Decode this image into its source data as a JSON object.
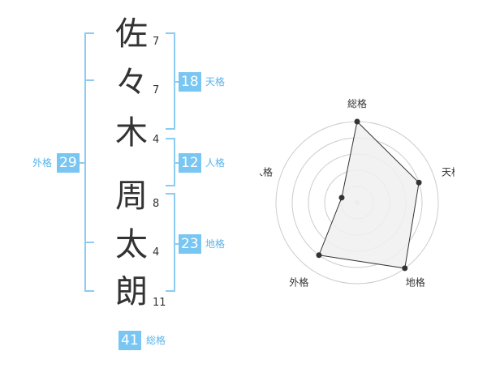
{
  "name": {
    "characters": [
      {
        "char": "佐",
        "strokes": "7"
      },
      {
        "char": "々",
        "strokes": "7"
      },
      {
        "char": "木",
        "strokes": "4"
      },
      {
        "char": "周",
        "strokes": "8"
      },
      {
        "char": "太",
        "strokes": "4"
      },
      {
        "char": "朗",
        "strokes": "11"
      }
    ]
  },
  "fortunes": {
    "tenkaku": {
      "value": "18",
      "label": "天格"
    },
    "jinkaku": {
      "value": "12",
      "label": "人格"
    },
    "chikaku": {
      "value": "23",
      "label": "地格"
    },
    "gaikaku": {
      "value": "29",
      "label": "外格"
    },
    "soukaku": {
      "value": "41",
      "label": "総格"
    }
  },
  "colors": {
    "bracket": "#8ccbf2",
    "badge": "#7ac6f2",
    "badge_label": "#5ab4ea",
    "text": "#333333",
    "radar_fill": "#f0f0f0",
    "radar_grid": "#cccccc"
  },
  "chart_data": {
    "type": "radar",
    "axes": [
      "総格",
      "天格",
      "地格",
      "外格",
      "人格"
    ],
    "values": [
      5,
      4,
      5,
      4,
      1
    ],
    "max": 5,
    "rings": 5
  }
}
